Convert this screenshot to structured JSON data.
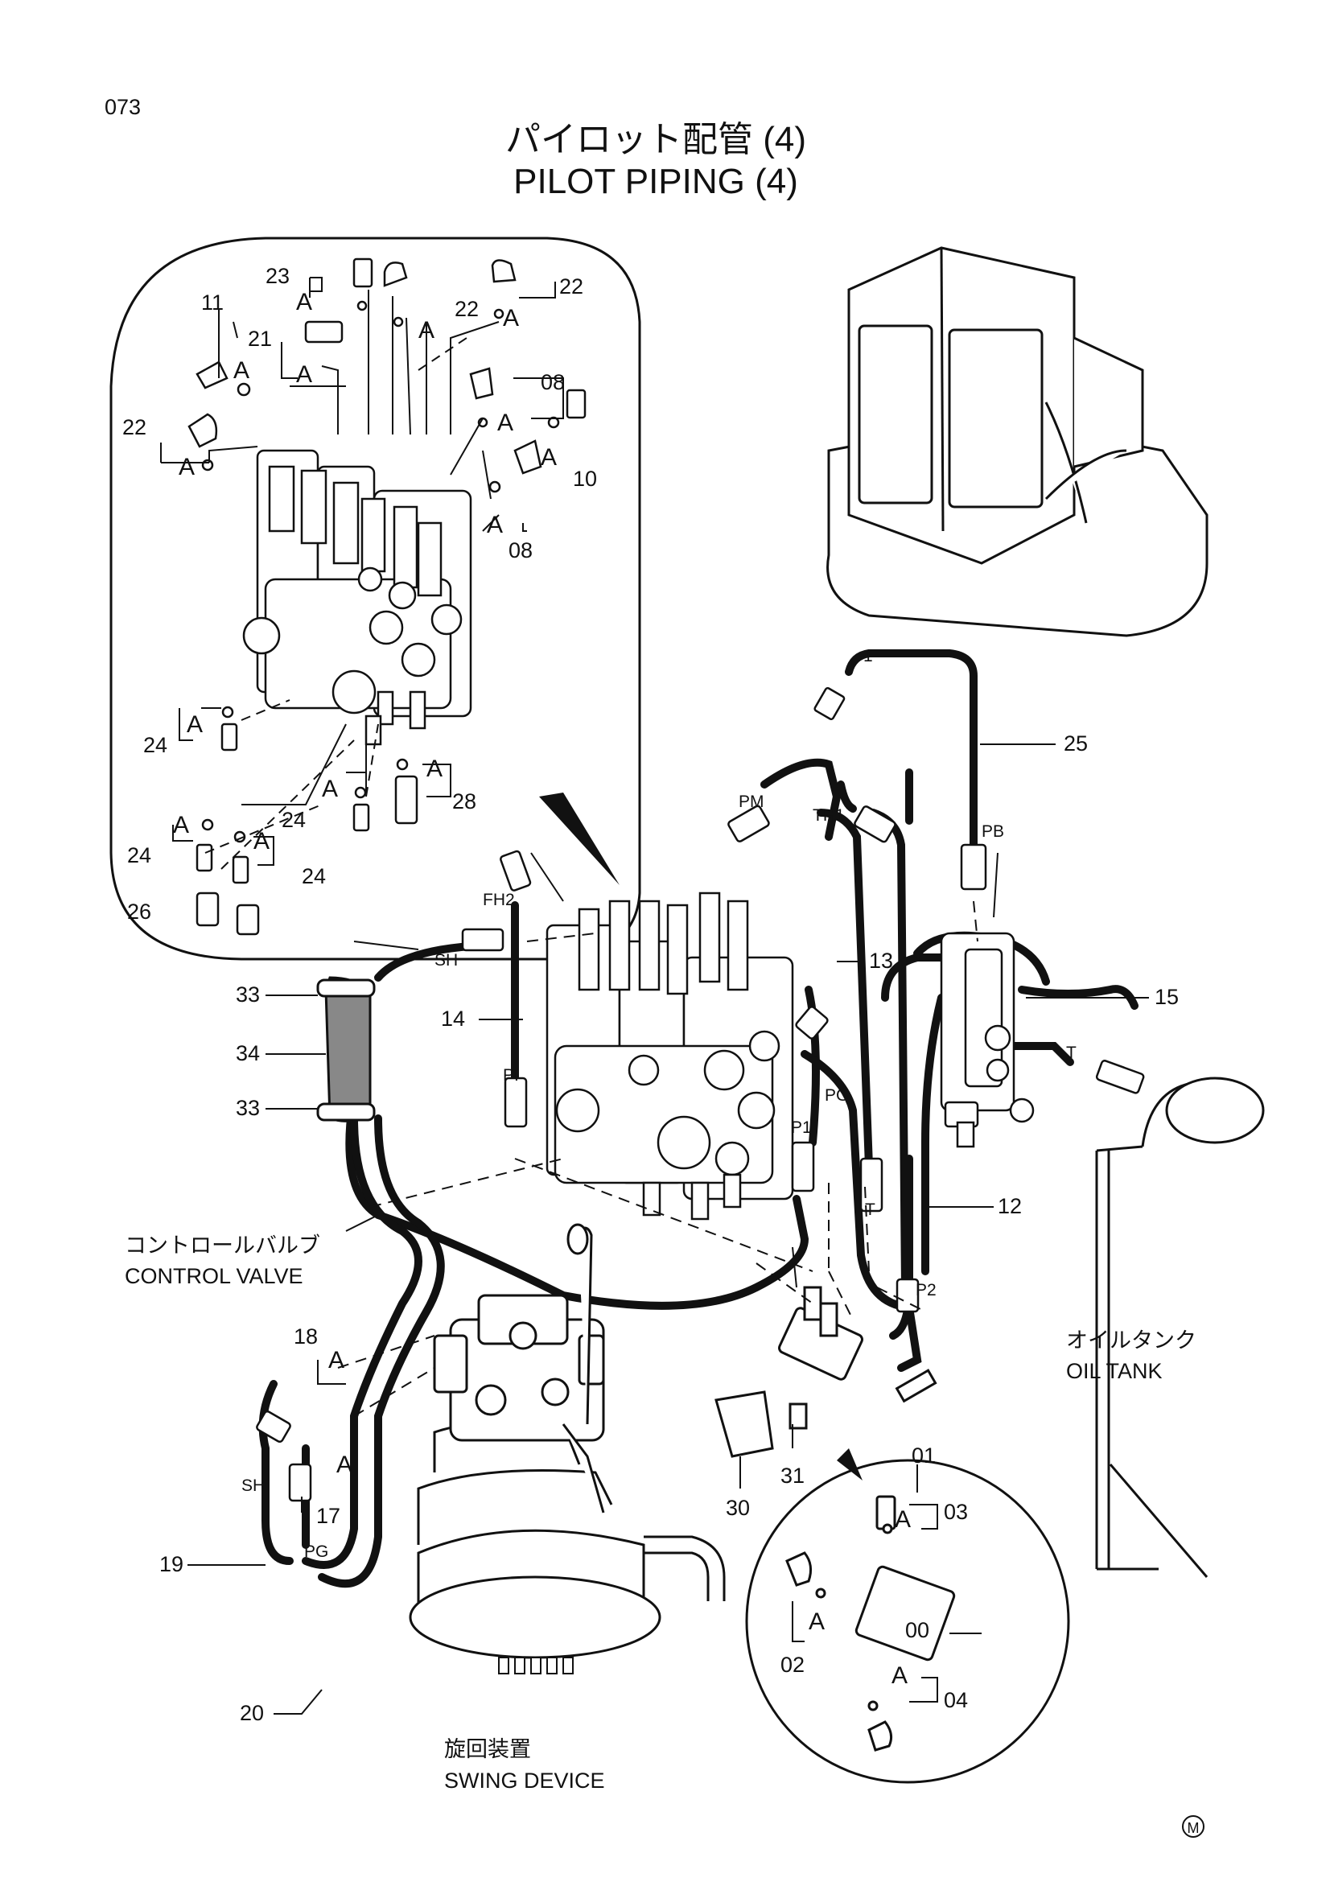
{
  "page_number": "073",
  "title_jp": "パイロット配管 (4)",
  "title_en": "PILOT PIPING (4)",
  "captions": {
    "control_valve_jp": "コントロールバルブ",
    "control_valve_en": "CONTROL VALVE",
    "oil_tank_jp": "オイルタンク",
    "oil_tank_en": "OIL TANK",
    "swing_device_jp": "旋回装置",
    "swing_device_en": "SWING DEVICE"
  },
  "port_labels": {
    "sh_top": "SH",
    "fh2": "FH2",
    "pm": "PM",
    "th1": "TH1",
    "pb": "PB",
    "pi": "PI",
    "pg_valve": "PG",
    "p1": "P1",
    "t_block": "T",
    "t_tank": "T",
    "p2": "P2",
    "sh_swing": "SH",
    "pg_swing": "PG",
    "mark_1": "1"
  },
  "part_numbers": {
    "p23": "23",
    "p22a": "22",
    "p22b": "22",
    "p22c": "22",
    "p11": "11",
    "p21": "21",
    "p08a": "08",
    "p08b": "08",
    "p10": "10",
    "p24a": "24",
    "p24b": "24",
    "p24c": "24",
    "p24d": "24",
    "p28": "28",
    "p26": "26",
    "p25": "25",
    "p13": "13",
    "p15": "15",
    "p14": "14",
    "p12": "12",
    "p33a": "33",
    "p33b": "33",
    "p34": "34",
    "p18": "18",
    "p17": "17",
    "p19": "19",
    "p20": "20",
    "p01": "01",
    "p31": "31",
    "p30": "30",
    "p03": "03",
    "p00": "00",
    "p02": "02",
    "p04": "04"
  },
  "a_markers": [
    "A",
    "A",
    "A",
    "A",
    "A",
    "A",
    "A",
    "A",
    "A",
    "A",
    "A",
    "A",
    "A",
    "A",
    "A",
    "A",
    "A",
    "A",
    "A",
    "A"
  ],
  "corner_mark": "M"
}
